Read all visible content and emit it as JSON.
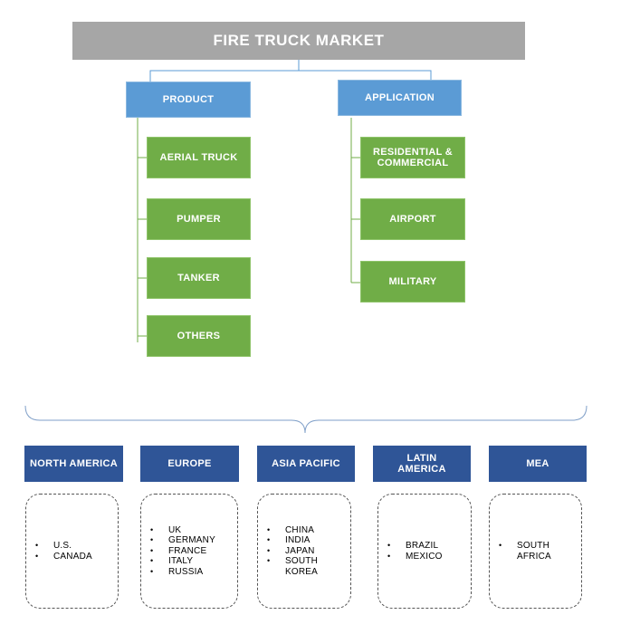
{
  "title": "FIRE TRUCK MARKET",
  "product": {
    "label": "PRODUCT",
    "items": [
      "AERIAL TRUCK",
      "PUMPER",
      "TANKER",
      "OTHERS"
    ]
  },
  "application": {
    "label": "APPLICATION",
    "items": [
      "RESIDENTIAL & COMMERCIAL",
      "AIRPORT",
      "MILITARY"
    ]
  },
  "regions": [
    {
      "name": "NORTH AMERICA",
      "countries": [
        "U.S.",
        "CANADA"
      ]
    },
    {
      "name": "EUROPE",
      "countries": [
        "UK",
        "GERMANY",
        "FRANCE",
        "ITALY",
        "RUSSIA"
      ]
    },
    {
      "name": "ASIA PACIFIC",
      "countries": [
        "CHINA",
        "INDIA",
        "JAPAN",
        "SOUTH KOREA"
      ]
    },
    {
      "name": "LATIN AMERICA",
      "countries": [
        "BRAZIL",
        "MEXICO"
      ]
    },
    {
      "name": "MEA",
      "countries": [
        "SOUTH AFRICA"
      ]
    }
  ],
  "colors": {
    "title_bg": "#a6a6a6",
    "category_bg": "#5b9bd5",
    "leaf_bg": "#70ad47",
    "region_bg": "#2f5597"
  }
}
